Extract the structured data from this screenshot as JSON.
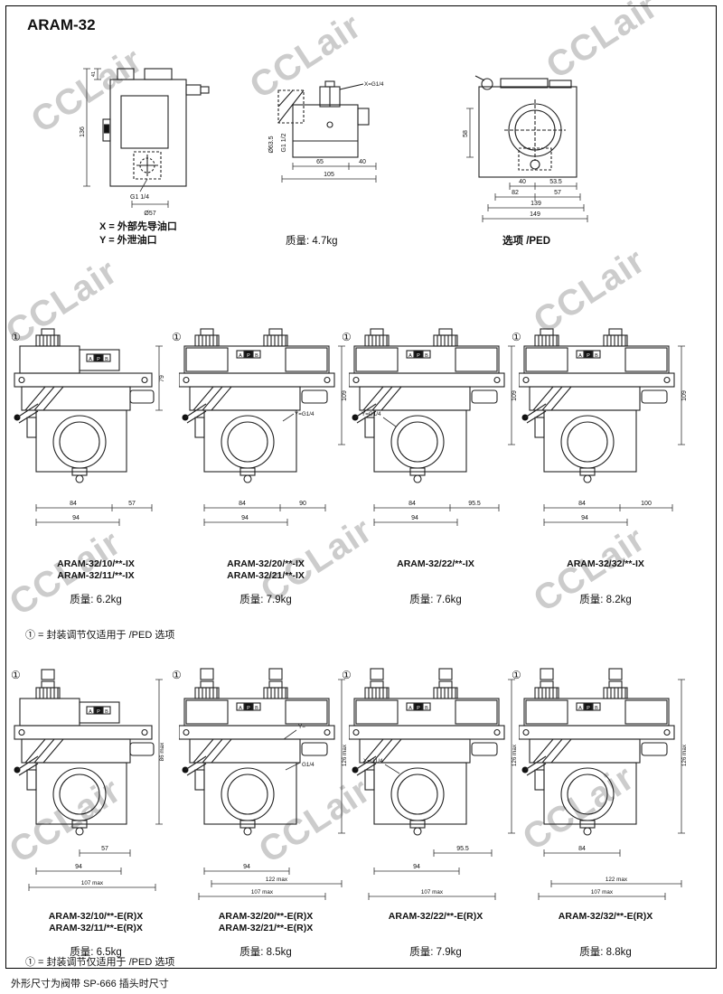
{
  "page": {
    "title": "ARAM-32",
    "marker": "①",
    "watermark": "CCLair",
    "footer": "外形尺寸为阀带 SP-666 插头时尺寸"
  },
  "marks": {
    "a": "A",
    "p": "P",
    "b": "B"
  },
  "top": {
    "front": {
      "dim_41": "41",
      "dim_136": "136",
      "port": "G1 1/4",
      "dia": "Ø57",
      "legend_x": "X = 外部先导油口",
      "legend_y": "Y = 外泄油口"
    },
    "side": {
      "dia": "Ø63.5",
      "thread": "G1 1/2",
      "port": "X=G1/4",
      "dim_65": "65",
      "dim_40": "40",
      "dim_105": "105",
      "caption": "质量: 4.7kg"
    },
    "ped": {
      "dim_58": "58",
      "dim_40": "40",
      "dim_53": "53.5",
      "dim_82": "82",
      "dim_57": "57",
      "dim_139": "139",
      "dim_149": "149",
      "caption": "选项 /PED"
    }
  },
  "row_ix": {
    "note": "① = 封装调节仅适用于 /PED 选项",
    "items": [
      {
        "model1": "ARAM-32/10/**-IX",
        "model2": "ARAM-32/11/**-IX",
        "weight": "质量: 6.2kg",
        "dim_h": "79",
        "dim_a": "84",
        "dim_b": "57",
        "dim_w": "94",
        "port": ""
      },
      {
        "model1": "ARAM-32/20/**-IX",
        "model2": "ARAM-32/21/**-IX",
        "weight": "质量: 7.9kg",
        "dim_h": "109",
        "dim_a": "84",
        "dim_b": "90",
        "dim_w": "94",
        "port": "Y=G1/4"
      },
      {
        "model1": "ARAM-32/22/**-IX",
        "model2": "",
        "weight": "质量: 7.6kg",
        "dim_h": "109",
        "dim_a": "84",
        "dim_b": "95.5",
        "dim_w": "94",
        "port": "Y=G1/4"
      },
      {
        "model1": "ARAM-32/32/**-IX",
        "model2": "",
        "weight": "质量: 8.2kg",
        "dim_h": "109",
        "dim_a": "84",
        "dim_b": "100",
        "dim_w": "94",
        "port": ""
      }
    ]
  },
  "row_erx": {
    "note": "① = 封装调节仅适用于 /PED 选项",
    "items": [
      {
        "model1": "ARAM-32/10/**-E(R)X",
        "model2": "ARAM-32/11/**-E(R)X",
        "weight": "质量: 6.5kg",
        "dim_h": "86 max",
        "dim_b": "57",
        "dim_w": "94",
        "dim_wide": "",
        "dim_max": "107 max",
        "port": "",
        "port2": ""
      },
      {
        "model1": "ARAM-32/20/**-E(R)X",
        "model2": "ARAM-32/21/**-E(R)X",
        "weight": "质量: 8.5kg",
        "dim_h": "126 max",
        "dim_b": "",
        "dim_w": "94",
        "dim_wide": "122 max",
        "dim_max": "107 max",
        "port": "Y=",
        "port2": "G1/4"
      },
      {
        "model1": "ARAM-32/22/**-E(R)X",
        "model2": "",
        "weight": "质量: 7.9kg",
        "dim_h": "126 max",
        "dim_b": "95.5",
        "dim_w": "94",
        "dim_wide": "",
        "dim_max": "107 max",
        "port": "X=G1/4",
        "port2": ""
      },
      {
        "model1": "ARAM-32/32/**-E(R)X",
        "model2": "",
        "weight": "质量: 8.8kg",
        "dim_h": "126 max",
        "dim_b": "84",
        "dim_w": "",
        "dim_wide": "122 max",
        "dim_max": "107 max",
        "port": "",
        "port2": ""
      }
    ]
  }
}
